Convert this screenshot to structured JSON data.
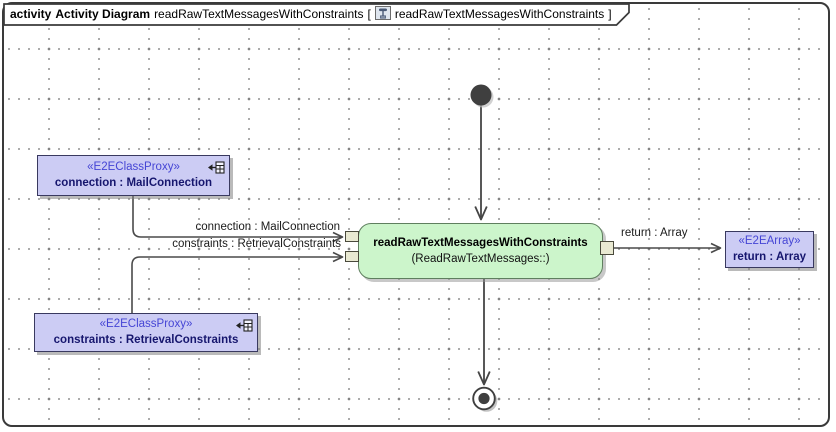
{
  "header": {
    "keyword": "activity",
    "diagram_type": "Activity Diagram",
    "diagram_name": "readRawTextMessagesWithConstraints",
    "bracket_open": "[",
    "context_name": "readRawTextMessagesWithConstraints",
    "bracket_close": "]",
    "icon": "activity-diagram-icon"
  },
  "nodes": {
    "initial": {
      "type": "initial-node"
    },
    "final": {
      "type": "activity-final-node"
    },
    "action": {
      "name": "readRawTextMessagesWithConstraints",
      "behavior": "(ReadRawTextMessages::)"
    },
    "connection_object": {
      "stereotype": "«E2EClassProxy»",
      "name": "connection : MailConnection",
      "icon": "proxy-link-icon"
    },
    "constraints_object": {
      "stereotype": "«E2EClassProxy»",
      "name": "constraints : RetrievalConstraints",
      "icon": "proxy-link-icon"
    },
    "return_object": {
      "stereotype": "«E2EArray»",
      "name": "return : Array"
    }
  },
  "edges": {
    "connection_label": "connection : MailConnection",
    "constraints_label": "constraints : RetrievalConstraints",
    "return_label": "return : Array"
  },
  "colors": {
    "object_node_fill": "#ccccf4",
    "object_node_border": "#39395f",
    "stereotype_text": "#4545d5",
    "object_name_text": "#16166e",
    "action_fill": "#ccf5cb",
    "action_border": "#5f7f5f",
    "pin_fill": "#e9e9d2",
    "edge_color": "#4a4a4a",
    "grid_dot": "#919191",
    "frame_border": "#3a3a3a"
  }
}
